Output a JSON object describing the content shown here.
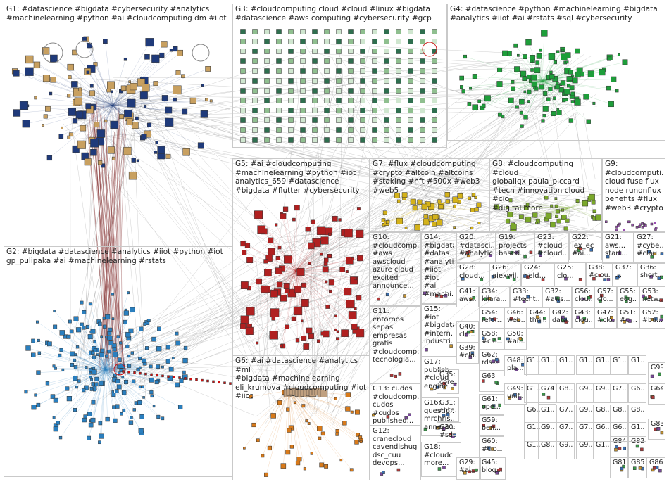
{
  "graph": {
    "title": "",
    "groups": [
      {
        "id": "G1",
        "label": "G1: #datascience #bigdata #cybersecurity #analytics\n#machinelearning #python #ai #cloudcomputing dm #iiot",
        "color": "#1f3a7a"
      },
      {
        "id": "G2",
        "label": "G2: #bigdata #datascience #analytics #iiot #python #iot\ngp_pulipaka #ai #machinelearning #rstats",
        "color": "#2a7fbf"
      },
      {
        "id": "G3",
        "label": "G3: #cloudcomputing cloud #cloud #linux #bigdata\n#datascience #aws computing #cybersecurity #gcp",
        "color": "#2f6f4f"
      },
      {
        "id": "G4",
        "label": "G4: #datascience #python #machinelearning #bigdata\n#analytics #iiot #ai #rstats #sql #cybersecurity",
        "color": "#1e9e3a"
      },
      {
        "id": "G5",
        "label": "G5: #ai #cloudcomputing\n#machinelearning #python #iot\nanalytics_659 #datascience\n#bigdata #flutter #cybersecurity",
        "color": "#b02020"
      },
      {
        "id": "G6",
        "label": "G6: #ai #datascience #analytics #ml\n#bigdata #machinelearning\neli_krumova #cloudcomputing #iot\n#iiot",
        "color": "#d87a1a"
      },
      {
        "id": "G7",
        "label": "G7: #flux #cloudcomputing\n#crypto #altcoin #altcoins\n#staking #nft #500x #web3\n#web5",
        "color": "#d4b21a"
      },
      {
        "id": "G8",
        "label": "G8: #cloudcomputing #cloud\nglobaliqx paula_piccard\n#tech #innovation cloud #cio\n#digital more",
        "color": "#7aa82a"
      },
      {
        "id": "G9",
        "label": "G9:\n#cloudcomputi...\ncloud fuse flux\nnode runonflux\nbenefits #flux\n#web3 #crypto",
        "color": "#9a4fb0"
      },
      {
        "id": "G10",
        "label": "G10:\n#cloudcomp...\n#aws\nawscloud\nazure cloud\nexcited\nannounce...",
        "color": "#555555"
      },
      {
        "id": "G11",
        "label": "G11:\nentornos\nsepas\nempresas\ngratis\n#cloudcomp...\ntecnologia...",
        "color": "#555555"
      },
      {
        "id": "G12",
        "label": "G12:\ncranecloud\ncavendishug\ndsc_cuu\ndevops...",
        "color": "#555555"
      },
      {
        "id": "G13",
        "label": "G13: cudos\n#cloudcomp...\ncudos\n#cudos\npublished...",
        "color": "#555555"
      },
      {
        "id": "G14",
        "label": "G14:\n#bigdata\n#datas...\n#analyti...\n#iiot #iot\n#ai\n#machi...",
        "color": "#555555"
      },
      {
        "id": "G15",
        "label": "G15:\n#iot\n#bigdata\n#intern...\nindustri...",
        "color": "#555555"
      },
      {
        "id": "G16",
        "label": "G16:\nquestio...\nmrchris...\nanne_e...",
        "color": "#555555"
      },
      {
        "id": "G17",
        "label": "G17:\npublish\n#cloud\nengine...",
        "color": "#555555"
      },
      {
        "id": "G18",
        "label": "G18:\n#cloudc...\nmore...",
        "color": "#555555"
      },
      {
        "id": "G19",
        "label": "G19:\nprojects\nbased...",
        "color": "#555555"
      },
      {
        "id": "G20",
        "label": "G20:\n#datasci...\n#analytic...",
        "color": "#555555"
      },
      {
        "id": "G21",
        "label": "G21:\naws...\nstart...",
        "color": "#555555"
      },
      {
        "id": "G22",
        "label": "G22:\niex_ec\n#ai...",
        "color": "#555555"
      },
      {
        "id": "G23",
        "label": "G23:\n#cloud\n#cloud...",
        "color": "#555555"
      },
      {
        "id": "G24",
        "label": "G24:\nheld...",
        "color": "#555555"
      },
      {
        "id": "G25",
        "label": "G25:\nclo...",
        "color": "#555555"
      },
      {
        "id": "G26",
        "label": "G26:\naiexwil...",
        "color": "#555555"
      },
      {
        "id": "G27",
        "label": "G27:\n#cybe...\n#clou...",
        "color": "#555555"
      },
      {
        "id": "G28",
        "label": "G28:\ncloud...",
        "color": "#555555"
      },
      {
        "id": "G29",
        "label": "G29:\n#ai...",
        "color": "#555555"
      },
      {
        "id": "G30",
        "label": "G30:\n#sd...",
        "color": "#555555"
      },
      {
        "id": "G31",
        "label": "G31:\nente...",
        "color": "#555555"
      },
      {
        "id": "G32",
        "label": "G32:\n#aws...",
        "color": "#555555"
      },
      {
        "id": "G33",
        "label": "G33:\n#techt...",
        "color": "#555555"
      },
      {
        "id": "G34",
        "label": "G34:\nkiiara...",
        "color": "#555555"
      },
      {
        "id": "G35",
        "label": "G35:\ncore...",
        "color": "#555555"
      },
      {
        "id": "G36",
        "label": "G36:\nshort...",
        "color": "#555555"
      },
      {
        "id": "G37",
        "label": "G37:\n...",
        "color": "#555555"
      },
      {
        "id": "G38",
        "label": "G38:\n#clou...",
        "color": "#555555"
      },
      {
        "id": "G39",
        "label": "G39:\n#clo...",
        "color": "#555555"
      },
      {
        "id": "G40",
        "label": "G40:\nclo...",
        "color": "#555555"
      },
      {
        "id": "G41",
        "label": "G41:\naws...",
        "color": "#555555"
      },
      {
        "id": "G42",
        "label": "G42:\ndata...",
        "color": "#555555"
      },
      {
        "id": "G43",
        "label": "G43:\nclou...",
        "color": "#555555"
      },
      {
        "id": "G44",
        "label": "G44:\nthrill...",
        "color": "#555555"
      },
      {
        "id": "G45",
        "label": "G45:\nblog...",
        "color": "#555555"
      },
      {
        "id": "G46",
        "label": "G46:\nweb...",
        "color": "#555555"
      },
      {
        "id": "G47",
        "label": "G47:\n#clo...",
        "color": "#555555"
      },
      {
        "id": "G48",
        "label": "G48:\npla...",
        "color": "#555555"
      },
      {
        "id": "G49",
        "label": "G49:\nunif...",
        "color": "#555555"
      },
      {
        "id": "G50",
        "label": "G50:\n#ai...",
        "color": "#555555"
      },
      {
        "id": "G51",
        "label": "G51:\n#cl...",
        "color": "#555555"
      },
      {
        "id": "G52",
        "label": "G52:\n#bu...",
        "color": "#555555"
      },
      {
        "id": "G53",
        "label": "G53:\nnetw...",
        "color": "#555555"
      },
      {
        "id": "G54",
        "label": "G54:\nrefer...",
        "color": "#555555"
      },
      {
        "id": "G55",
        "label": "G55:\nedg...",
        "color": "#555555"
      },
      {
        "id": "G56",
        "label": "G56:\nclou...",
        "color": "#555555"
      },
      {
        "id": "G57",
        "label": "G57:\nclo...",
        "color": "#555555"
      },
      {
        "id": "G58",
        "label": "G58:\n#clo...",
        "color": "#555555"
      },
      {
        "id": "G59",
        "label": "G59:\nben...",
        "color": "#555555"
      },
      {
        "id": "G60",
        "label": "G60:\n#clo...",
        "color": "#555555"
      },
      {
        "id": "G61",
        "label": "G61:\nope...",
        "color": "#555555"
      },
      {
        "id": "G62",
        "label": "G62:\nrds...",
        "color": "#555555"
      },
      {
        "id": "G63",
        "label": "G63",
        "color": "#555555"
      },
      {
        "id": "G64",
        "label": "G64",
        "color": "#555555"
      },
      {
        "id": "G74",
        "label": "G74",
        "color": "#555555"
      },
      {
        "id": "G81",
        "label": "G81",
        "color": "#555555"
      },
      {
        "id": "G82",
        "label": "G82",
        "color": "#555555"
      },
      {
        "id": "G83",
        "label": "G83",
        "color": "#555555"
      },
      {
        "id": "G84",
        "label": "G84",
        "color": "#555555"
      },
      {
        "id": "G85",
        "label": "G85",
        "color": "#555555"
      },
      {
        "id": "G86",
        "label": "G86",
        "color": "#555555"
      },
      {
        "id": "G99",
        "label": "G99",
        "color": "#555555"
      }
    ],
    "grid_labels": [
      "G1...",
      "G1...",
      "G1...",
      "G1...",
      "G1...",
      "G1...",
      "G1...",
      "G1...",
      "G7...",
      "G8...",
      "G9...",
      "G9...",
      "G7...",
      "G6...",
      "G6...",
      "G1...",
      "G7...",
      "G9...",
      "G8...",
      "G8...",
      "G8...",
      "G1...",
      "G9...",
      "G7...",
      "G7...",
      "G6...",
      "G6...",
      "G1...",
      "G1...",
      "G8...",
      "G9...",
      "G9...",
      "G1...",
      "G1...",
      "G1...",
      "G1..."
    ]
  }
}
